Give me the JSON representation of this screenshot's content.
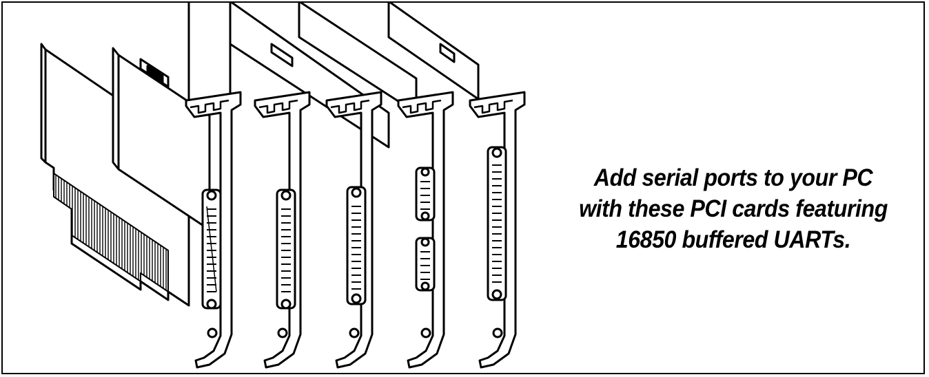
{
  "figure": {
    "description_icon": "pci-serial-cards-illustration-icon",
    "card_connectors": [
      "db25",
      "db25",
      "db25",
      "dual-db9",
      "dc37"
    ],
    "card_count": 5
  },
  "caption": {
    "lines": [
      "Add serial ports to your PC",
      "with these PCI cards featuring",
      "16850 buffered UARTs."
    ]
  }
}
